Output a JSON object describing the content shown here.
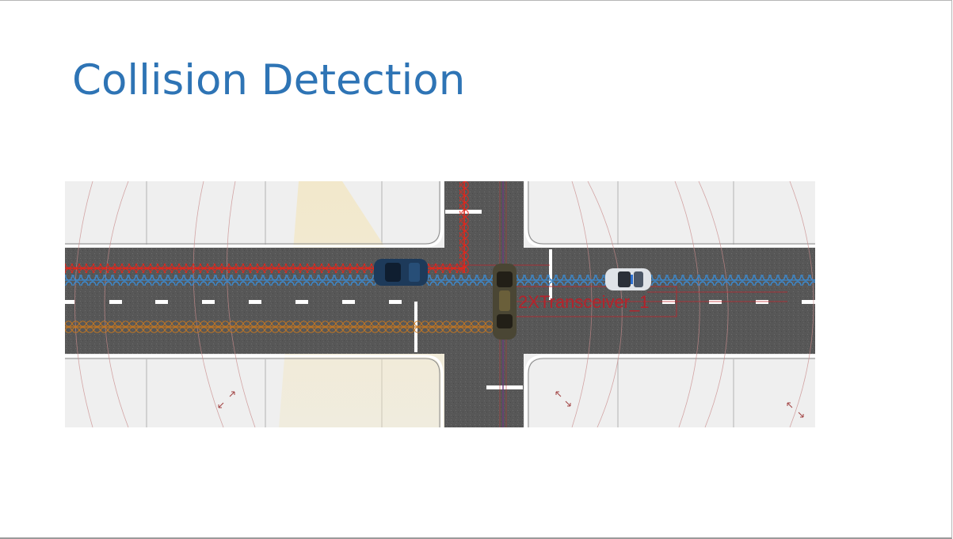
{
  "slide": {
    "title": "Collision Detection"
  },
  "figure": {
    "transceiver_label": "2XTransceiver_1",
    "colors": {
      "road": "#575757",
      "sidewalk": "#efefef",
      "lane_marking": "#ffffff",
      "vehicle_path_red": "#e2261b",
      "vehicle_path_blue": "#3b8ad0",
      "vehicle_path_orange": "#c9781e",
      "range_rings": "#c98c8c",
      "title": "#2e74b5"
    },
    "vehicles": [
      {
        "name": "dark-blue-car"
      },
      {
        "name": "yellow-car"
      },
      {
        "name": "white-police-car"
      }
    ]
  }
}
